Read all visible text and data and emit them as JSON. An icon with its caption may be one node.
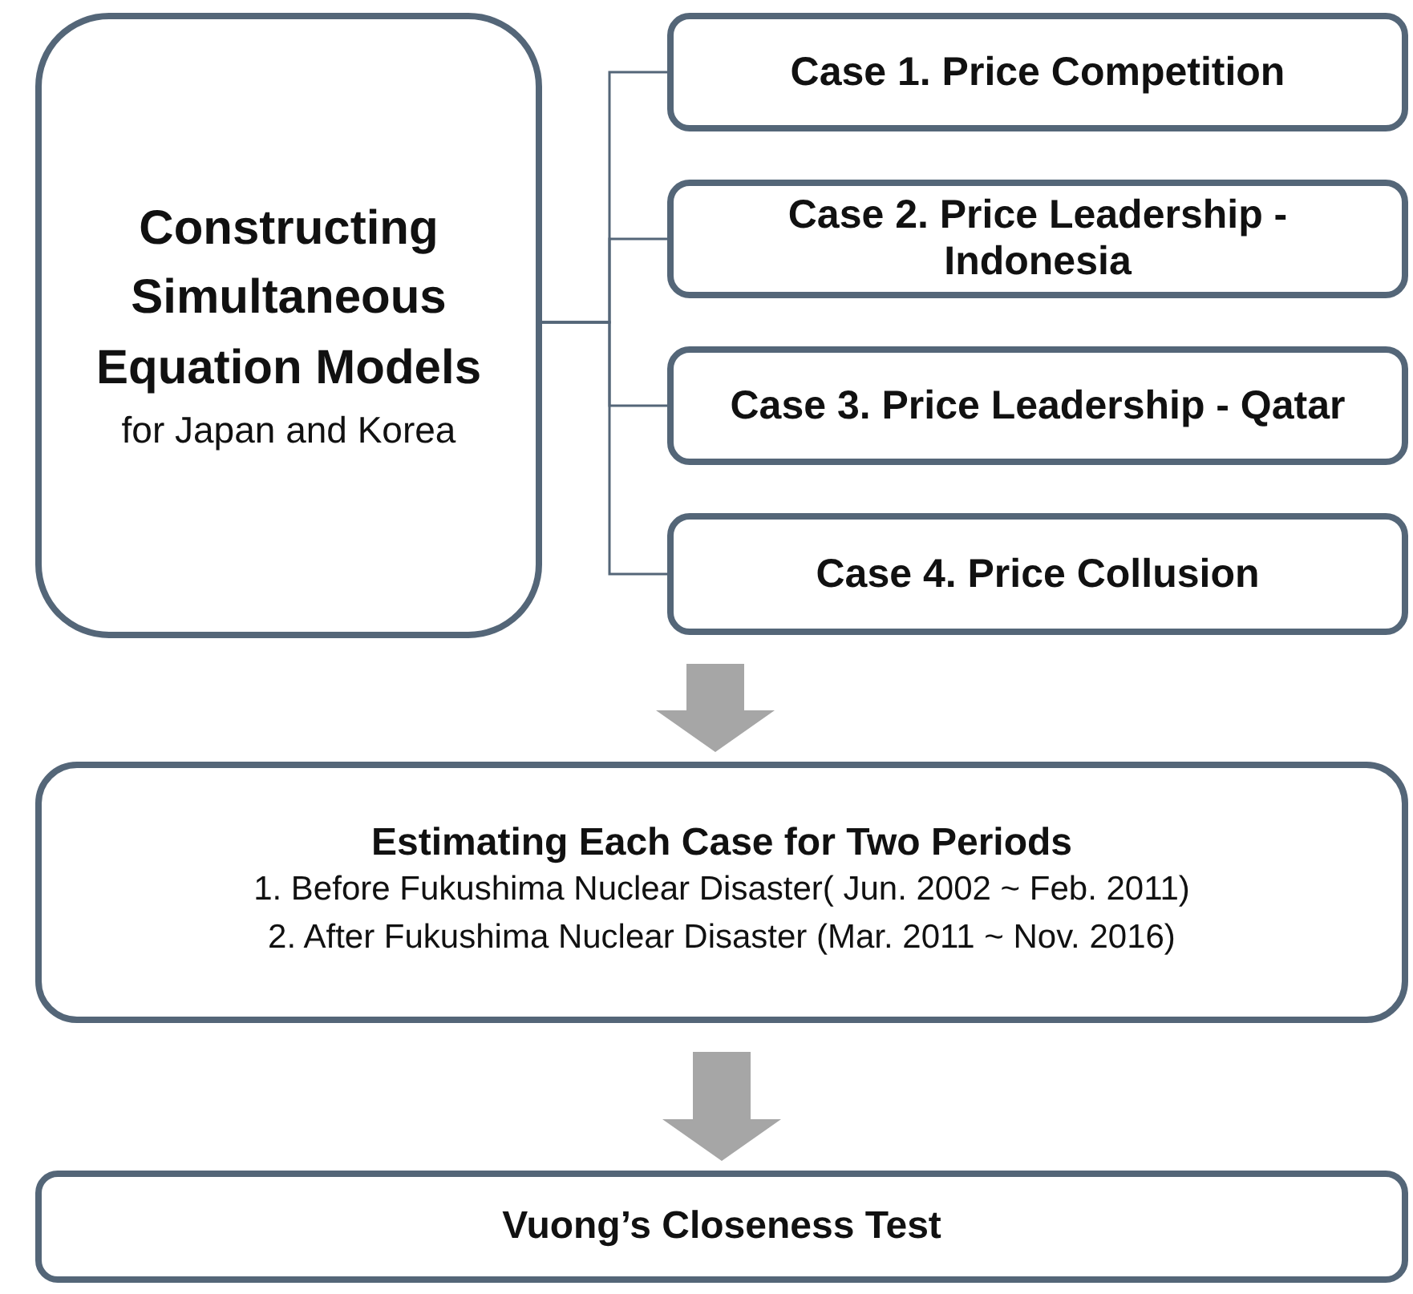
{
  "diagram": {
    "nodes": [
      {
        "text": [
          "Constructing Simultaneous Equation Models",
          "for Japan and Korea"
        ]
      },
      {
        "text": [
          "Case 1. Price Competition"
        ]
      },
      {
        "text": [
          "Case 2. Price Leadership - Indonesia"
        ]
      },
      {
        "text": [
          "Case 3. Price Leadership - Qatar"
        ]
      },
      {
        "text": [
          "Case 4. Price Collusion"
        ]
      },
      {
        "text": [
          "Estimating Each Case for Two Periods",
          "1. Before Fukushima Nuclear Disaster( Jun. 2002 ~ Feb. 2011)",
          "2. After Fukushima Nuclear Disaster (Mar. 2011 ~ Nov. 2016)"
        ]
      },
      {
        "text": [
          "Vuong’s Closeness Test"
        ]
      }
    ],
    "edges": [
      {
        "from": 0,
        "to": 1,
        "arrow": "none"
      },
      {
        "from": 0,
        "to": 2,
        "arrow": "none"
      },
      {
        "from": 0,
        "to": 3,
        "arrow": "none"
      },
      {
        "from": 0,
        "to": 4,
        "arrow": "none"
      },
      {
        "from": 4,
        "to": 5,
        "arrow": "to",
        "style": "thick",
        "color": "#a6a6a6"
      },
      {
        "from": 5,
        "to": 6,
        "arrow": "to",
        "style": "thick",
        "color": "#a6a6a6"
      }
    ]
  }
}
